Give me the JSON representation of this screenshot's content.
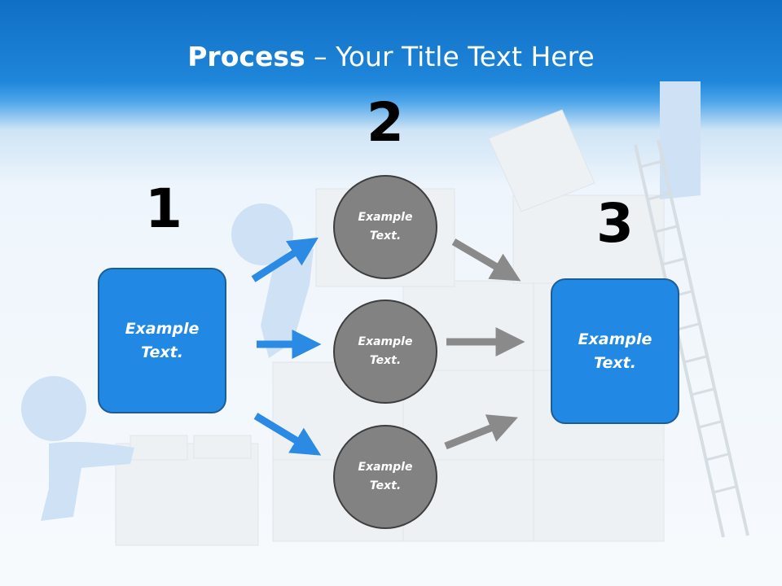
{
  "title": {
    "bold": "Process",
    "rest": " – Your Title Text Here"
  },
  "steps": {
    "one": {
      "number": "1",
      "text": "Example Text."
    },
    "two": {
      "number": "2"
    },
    "three": {
      "number": "3",
      "text": "Example Text."
    }
  },
  "circles": [
    {
      "text": "Example Text."
    },
    {
      "text": "Example Text."
    },
    {
      "text": "Example Text."
    }
  ],
  "colors": {
    "header_blue": "#1f86da",
    "box_blue": "#2189e3",
    "circle_gray": "#828282",
    "arrow_blue": "#2a8ae4",
    "arrow_gray": "#8a8a8a"
  }
}
